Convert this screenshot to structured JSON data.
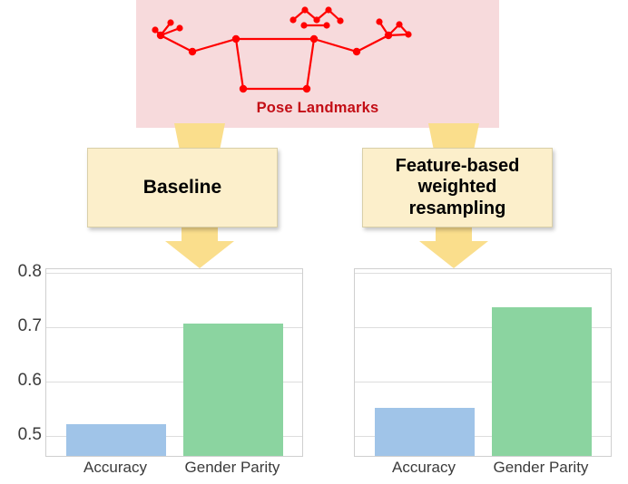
{
  "pose_panel": {
    "caption": "Pose Landmarks",
    "panel_color": "#F7DADC",
    "landmark_color": "#FF0000",
    "caption_color": "#C30D15"
  },
  "pipeline": {
    "arrow_color": "#FADE8C",
    "box_fill": "#FCEFCB",
    "boxes": [
      {
        "name": "baseline",
        "label": "Baseline",
        "lines": [
          "Baseline"
        ]
      },
      {
        "name": "resampling",
        "label": "Feature-based weighted resampling",
        "lines": [
          "Feature-based",
          "weighted",
          "resampling"
        ]
      }
    ]
  },
  "chart_data": [
    {
      "type": "bar",
      "name": "baseline-chart",
      "title": "",
      "xlabel": "",
      "ylabel": "",
      "categories": [
        "Accuracy",
        "Gender Parity"
      ],
      "values": [
        0.522,
        0.706
      ],
      "colors": [
        "#A0C4E8",
        "#8BD4A0"
      ],
      "ylim": [
        0.463,
        0.806
      ],
      "yticks": [
        0.8,
        0.7,
        0.6,
        0.5
      ],
      "ytick_labels": [
        "0.8",
        "0.7",
        "0.6",
        "0.5"
      ],
      "grid": true,
      "legend": "none",
      "show_yticks": true
    },
    {
      "type": "bar",
      "name": "resampling-chart",
      "title": "",
      "xlabel": "",
      "ylabel": "",
      "categories": [
        "Accuracy",
        "Gender Parity"
      ],
      "values": [
        0.552,
        0.736
      ],
      "colors": [
        "#A0C4E8",
        "#8BD4A0"
      ],
      "ylim": [
        0.463,
        0.806
      ],
      "yticks": [
        0.8,
        0.7,
        0.6,
        0.5
      ],
      "ytick_labels": [
        "",
        "",
        "",
        ""
      ],
      "grid": true,
      "legend": "none",
      "show_yticks": false
    }
  ]
}
